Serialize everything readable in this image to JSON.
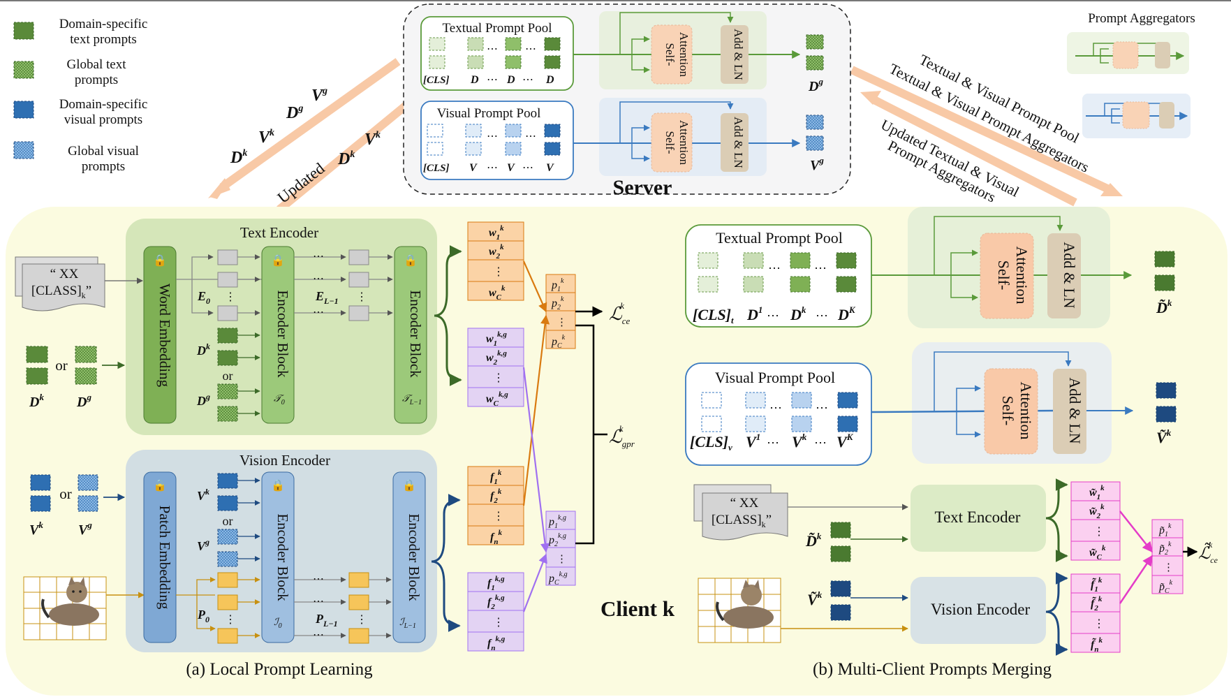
{
  "legend": {
    "title": "",
    "items": [
      {
        "label_1": "Domain-specific",
        "label_2": "text prompts",
        "color": "#5a8a3a",
        "pattern": "solid"
      },
      {
        "label_1": "Global text",
        "label_2": "prompts",
        "color": "#5a8a3a",
        "pattern": "dotted"
      },
      {
        "label_1": "Domain-specific",
        "label_2": "visual prompts",
        "color": "#2e6fb2",
        "pattern": "solid"
      },
      {
        "label_1": "Global visual",
        "label_2": "prompts",
        "color": "#2e6fb2",
        "pattern": "dotted"
      }
    ]
  },
  "server": {
    "label": "Server",
    "textual_pool_label": "Textual Prompt Pool",
    "visual_pool_label": "Visual Prompt Pool",
    "cls_t": "[CLS]",
    "cls_v": "[CLS]",
    "self_attention": [
      "Self-",
      "Attention"
    ],
    "add_ln": "Add & LN",
    "out_text": "D",
    "out_visual": "V"
  },
  "arrows": {
    "left_down_1": "D",
    "left_down_2": "V",
    "left_up_updated": "Updated",
    "right_line_1": "Textual & Visual Prompt Pool",
    "right_line_2": "Textual & Visual Prompt Aggregators",
    "right_line_3": "Updated Textual & Visual",
    "right_line_4": "Prompt Aggregators"
  },
  "aggregators": {
    "label": "Prompt Aggregators"
  },
  "panel_a": {
    "caption": "(a) Local Prompt Learning",
    "text_encoder": "Text Encoder",
    "vision_encoder": "Vision Encoder",
    "word_embedding": "Word Embedding",
    "patch_embedding": "Patch Embedding",
    "encoder_block": "Encoder Block",
    "class_text_1": "“ XX",
    "class_text_2": "[CLASS]",
    "or": "or",
    "loss_ce": "ℒ",
    "loss_gpr": "ℒ",
    "client_label": "Client k"
  },
  "panel_b": {
    "caption": "(b) Multi-Client Prompts Merging",
    "textual_pool_label": "Textual Prompt Pool",
    "visual_pool_label": "Visual Prompt Pool",
    "self_attention": [
      "Self-",
      "Attention"
    ],
    "add_ln": "Add & LN",
    "text_encoder": "Text Encoder",
    "vision_encoder": "Vision Encoder",
    "class_text_1": "“ XX",
    "class_text_2": "[CLASS]"
  },
  "colors": {
    "green": "#5a8a3a",
    "blue": "#2e6fb2",
    "orange": "#fbd3a6",
    "purple": "#e3d3f3",
    "pink": "#fbd0f0",
    "panel_yellow": "#fbfbe0",
    "orange_line": "#d97a10",
    "purple_line": "#a070f0",
    "pink_line": "#e43cc8"
  }
}
